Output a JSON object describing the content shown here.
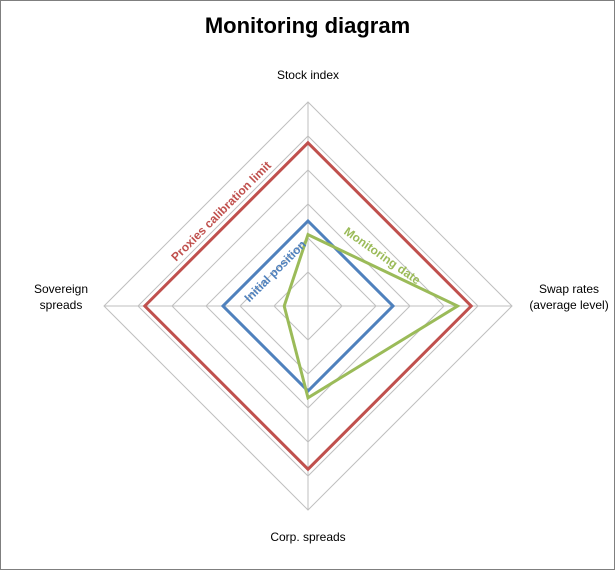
{
  "chart_data": {
    "type": "radar",
    "title": "Monitoring diagram",
    "axes": [
      "Stock index",
      "Swap rates|(average level)",
      "Corp. spreads",
      "Sovereign|spreads"
    ],
    "rlim": [
      0,
      6
    ],
    "grid": true,
    "series": [
      {
        "name": "Proxies calibration limit",
        "values": [
          4.8,
          4.8,
          4.8,
          4.8
        ],
        "color": "#c0504d"
      },
      {
        "name": "Initial position",
        "values": [
          2.5,
          2.5,
          2.5,
          2.5
        ],
        "color": "#4f81bd"
      },
      {
        "name": "Monitoring date",
        "values": [
          2.1,
          4.4,
          2.7,
          0.7
        ],
        "color": "#9bbb59"
      }
    ]
  }
}
